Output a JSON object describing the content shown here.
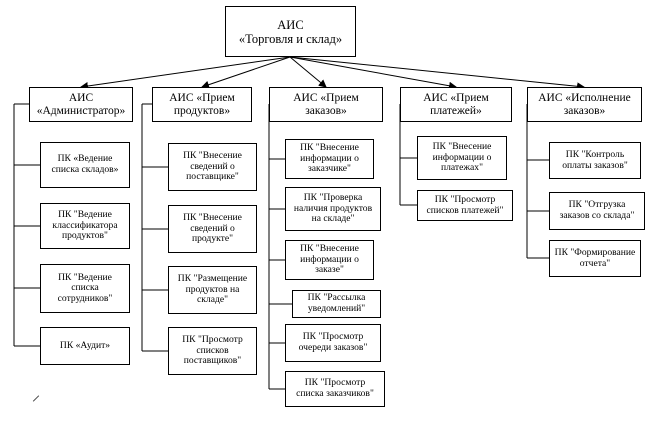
{
  "root": {
    "label": "АИС\n«Торговля и склад»"
  },
  "columns": [
    {
      "label": "АИС\n«Администратор»",
      "modules": [
        "ПК «Ведение\nсписка складов»",
        "ПК \"Ведение\nклассификатора\nпродуктов\"",
        "ПК \"Ведение\nсписка\nсотрудников\"",
        "ПК «Аудит»"
      ]
    },
    {
      "label": "АИС «Прием\nпродуктов»",
      "modules": [
        "ПК \"Внесение\nсведений о\nпоставщике\"",
        "ПК \"Внесение\nсведений о\nпродукте\"",
        "ПК \"Размещение\nпродуктов на\nскладе\"",
        "ПК \"Просмотр\nсписков\nпоставщиков\""
      ]
    },
    {
      "label": "АИС «Прием\nзаказов»",
      "modules": [
        "ПК \"Внесение\nинформации о\nзаказчике\"",
        "ПК \"Проверка\nналичия продуктов\nна складе\"",
        "ПК \"Внесение\nинформации о\nзаказе\"",
        "ПК \"Рассылка\nуведомлений\"",
        "ПК \"Просмотр\nочереди заказов\"",
        "ПК \"Просмотр\nсписка заказчиков\""
      ]
    },
    {
      "label": "АИС «Прием\nплатежей»",
      "modules": [
        "ПК \"Внесение\nинформации о\nплатежах\"",
        "ПК \"Просмотр\nсписков платежей\""
      ]
    },
    {
      "label": "АИС «Исполнение\nзаказов»",
      "modules": [
        "ПК \"Контроль\nоплаты заказов\"",
        "ПК \"Отгрузка\nзаказов со склада\"",
        "ПК \"Формирование\nотчета\""
      ]
    }
  ]
}
